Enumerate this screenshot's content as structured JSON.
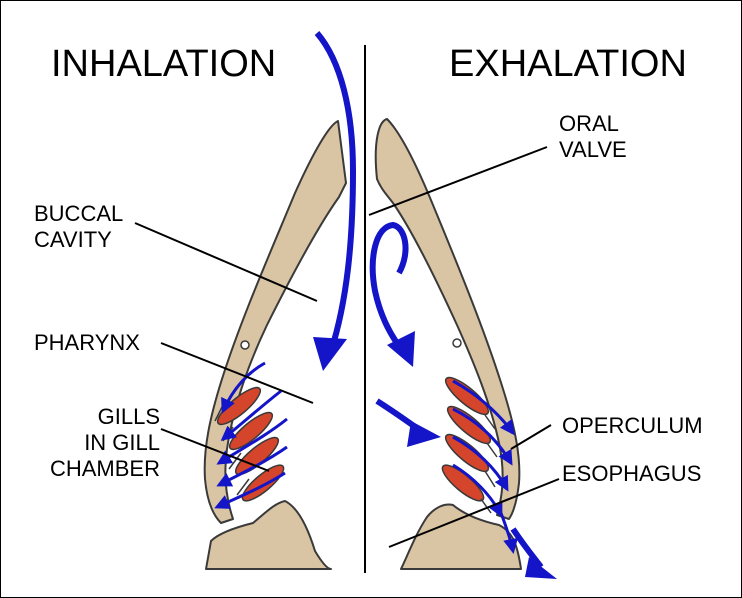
{
  "titles": {
    "left": "INHALATION",
    "right": "EXHALATION"
  },
  "labels": {
    "buccal_cavity": "BUCCAL\nCAVITY",
    "pharynx": "PHARYNX",
    "gills": "GILLS\nIN GILL\nCHAMBER",
    "oral_valve": "ORAL\nVALVE",
    "operculum": "OPERCULUM",
    "esophagus": "ESOPHAGUS"
  },
  "colors": {
    "tissue": "#d9c4a3",
    "tissue_outline": "#3a3a3a",
    "gill": "#d4452c",
    "water_flow": "#1414c8",
    "leader_line": "#000000"
  }
}
